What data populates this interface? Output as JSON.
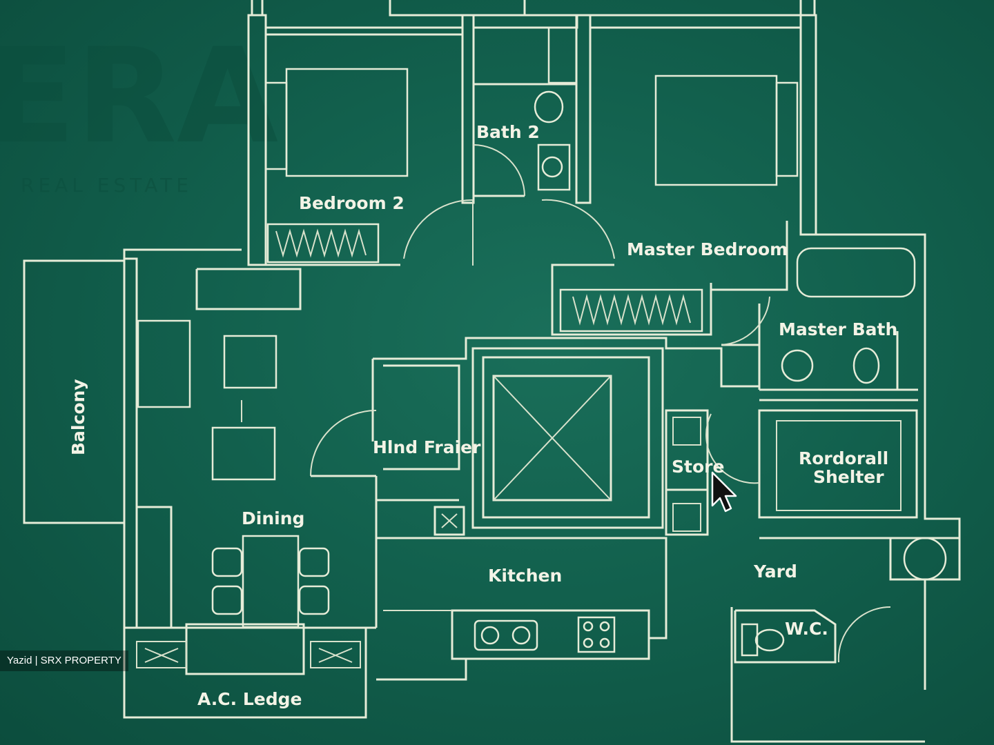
{
  "watermark": {
    "brand": "ERA",
    "tagline": "REAL ESTATE"
  },
  "rooms": [
    {
      "id": "bedroom-2",
      "label": "Bedroom 2"
    },
    {
      "id": "bath-2",
      "label": "Bath 2"
    },
    {
      "id": "master-bedroom",
      "label": "Master Bedroom"
    },
    {
      "id": "master-bath",
      "label": "Master Bath"
    },
    {
      "id": "balcony",
      "label": "Balcony"
    },
    {
      "id": "dining",
      "label": "Dining"
    },
    {
      "id": "foyer",
      "label": "Hlnd Fraier"
    },
    {
      "id": "store",
      "label": "Store"
    },
    {
      "id": "shelter",
      "label": "Rordorall Shelter"
    },
    {
      "id": "kitchen",
      "label": "Kitchen"
    },
    {
      "id": "yard",
      "label": "Yard"
    },
    {
      "id": "wc",
      "label": "W.C."
    },
    {
      "id": "ac-ledge",
      "label": "A.C. Ledge"
    }
  ],
  "shelter_lines": [
    "Rordorall",
    "Shelter"
  ],
  "credit": "Yazid | SRX PROPERTY",
  "colors": {
    "background": "#12604d",
    "linework": "#e6ecd8"
  },
  "cursor": "mouse-pointer-icon"
}
